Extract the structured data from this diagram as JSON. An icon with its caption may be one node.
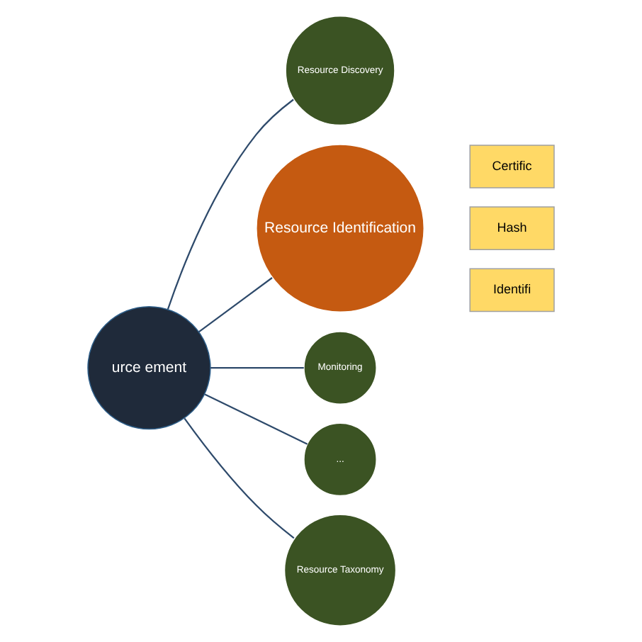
{
  "diagram": {
    "nodes": [
      {
        "text": [
          "urce ement"
        ]
      },
      {
        "text": [
          "Resource Discovery"
        ]
      },
      {
        "text": [
          "Resource Identification"
        ]
      },
      {
        "text": [
          "Monitoring"
        ]
      },
      {
        "text": [
          "..."
        ]
      },
      {
        "text": [
          "Resource Taxonomy"
        ]
      },
      {
        "text": [
          "Certific"
        ]
      },
      {
        "text": [
          "Hash"
        ]
      },
      {
        "text": [
          "Identifi"
        ]
      }
    ],
    "edges": [
      {
        "from": 0,
        "to": 1,
        "arrow": "none"
      },
      {
        "from": 0,
        "to": 2,
        "arrow": "none"
      },
      {
        "from": 0,
        "to": 3,
        "arrow": "none"
      },
      {
        "from": 0,
        "to": 4,
        "arrow": "none"
      },
      {
        "from": 0,
        "to": 5,
        "arrow": "none"
      }
    ]
  }
}
